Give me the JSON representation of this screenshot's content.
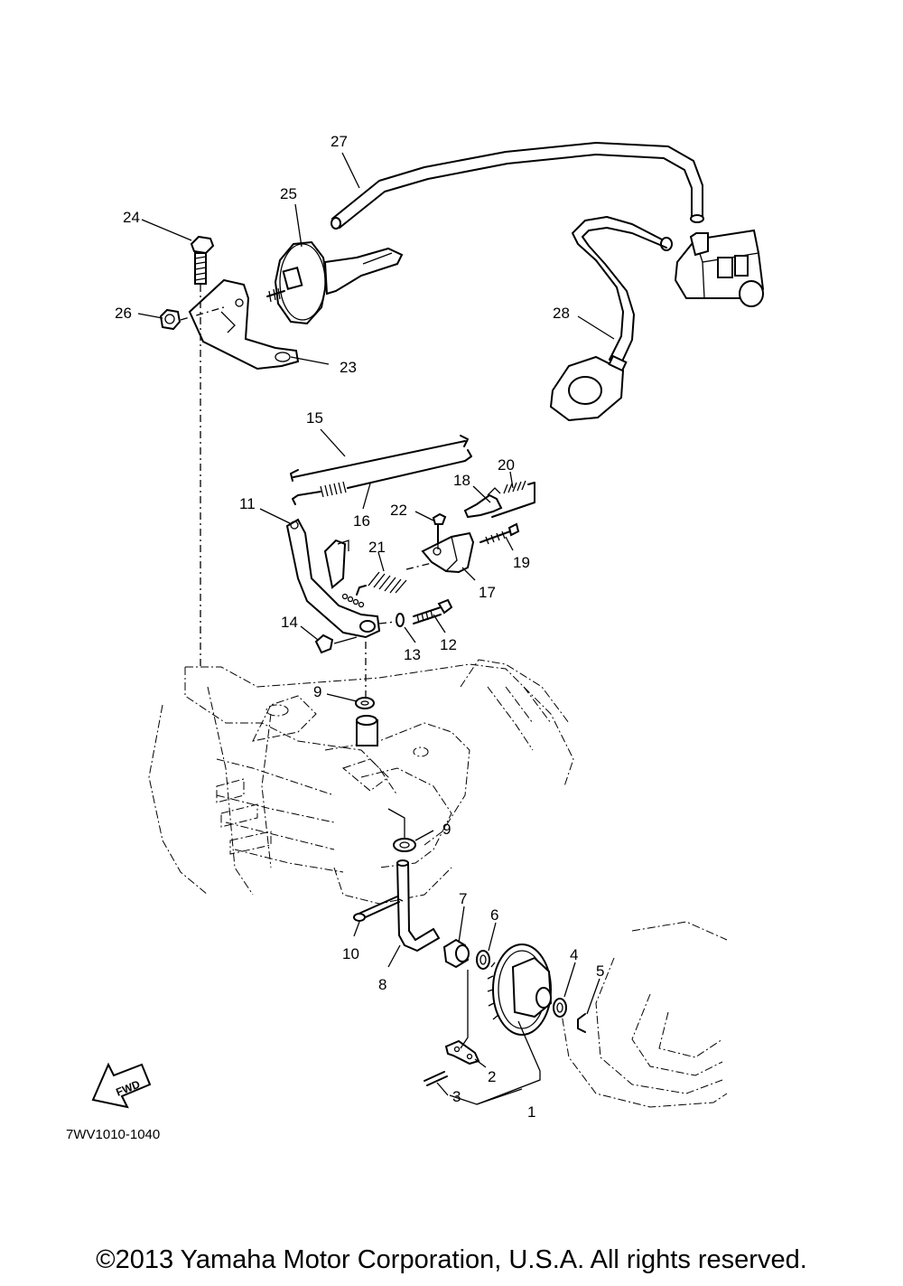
{
  "diagram": {
    "drawing_code": "7WV1010-1040",
    "fwd_label": "FWD",
    "copyright": "©2013 Yamaha Motor Corporation, U.S.A. All rights reserved.",
    "callouts": {
      "c1": "1",
      "c2": "2",
      "c3": "3",
      "c4": "4",
      "c5": "5",
      "c6": "6",
      "c7": "7",
      "c8": "8",
      "c9a": "9",
      "c9b": "9",
      "c10": "10",
      "c11": "11",
      "c12": "12",
      "c13": "13",
      "c14": "14",
      "c15": "15",
      "c16": "16",
      "c17": "17",
      "c18": "18",
      "c19": "19",
      "c20": "20",
      "c21": "21",
      "c22": "22",
      "c23": "23",
      "c24": "24",
      "c25": "25",
      "c26": "26",
      "c27": "27",
      "c28": "28"
    }
  }
}
